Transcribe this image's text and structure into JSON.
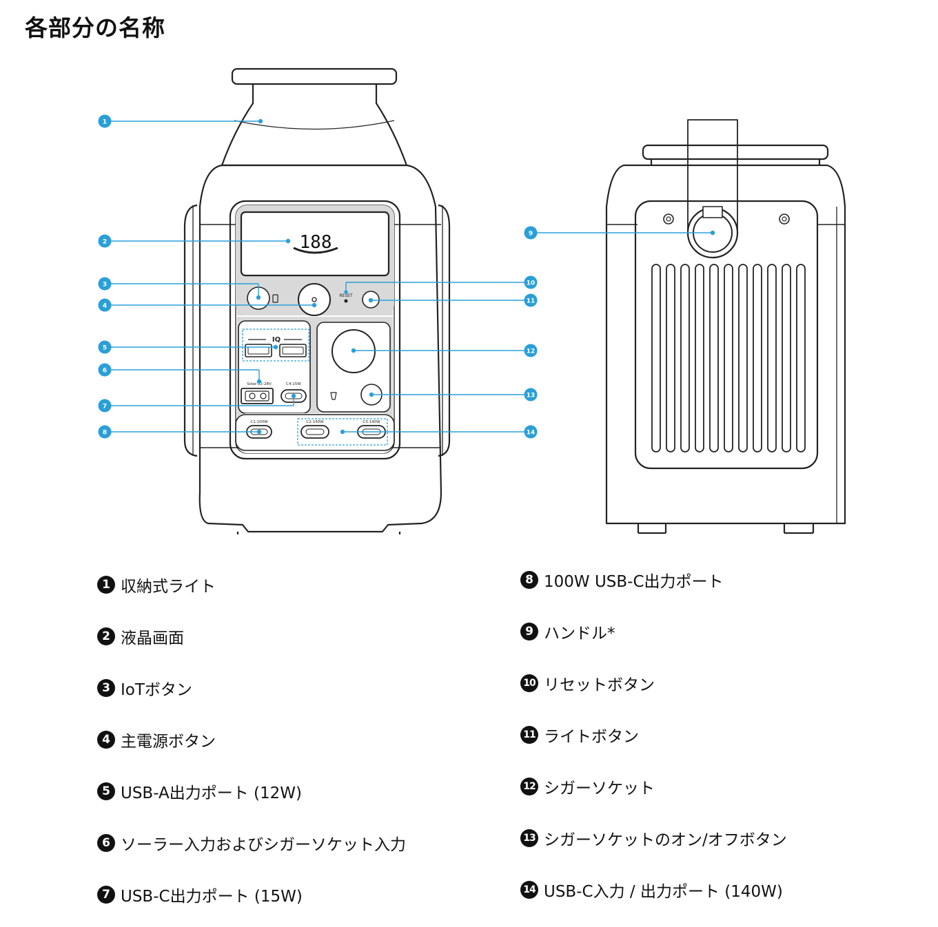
{
  "title": "各部分の名称",
  "colors": {
    "callout": "#2a9fd8",
    "outline": "#222222",
    "panel": "#d9d9d9",
    "badge": "#111111"
  },
  "device_labels": {
    "reset": "RESET",
    "solar": "Solar:12-28V",
    "c4": "C4:15W",
    "c1": "C1:100W",
    "c2": "C2:140W",
    "c3": "C3:140W",
    "iq": "IQ",
    "lcd_big": "188"
  },
  "callouts": [
    "1",
    "2",
    "3",
    "4",
    "5",
    "6",
    "7",
    "8",
    "9",
    "10",
    "11",
    "12",
    "13",
    "14"
  ],
  "legend": {
    "left": [
      {
        "num": "1",
        "text": "収納式ライト"
      },
      {
        "num": "2",
        "text": "液晶画面"
      },
      {
        "num": "3",
        "text": "IoTボタン"
      },
      {
        "num": "4",
        "text": "主電源ボタン"
      },
      {
        "num": "5",
        "text": "USB-A出力ポート (12W)"
      },
      {
        "num": "6",
        "text": "ソーラー入力およびシガーソケット入力"
      },
      {
        "num": "7",
        "text": "USB-C出力ポート (15W)"
      }
    ],
    "right": [
      {
        "num": "8",
        "text": "100W USB-C出力ポート"
      },
      {
        "num": "9",
        "text": "ハンドル*"
      },
      {
        "num": "10",
        "text": "リセットボタン"
      },
      {
        "num": "11",
        "text": "ライトボタン"
      },
      {
        "num": "12",
        "text": "シガーソケット"
      },
      {
        "num": "13",
        "text": "シガーソケットのオン/オフボタン"
      },
      {
        "num": "14",
        "text": "USB-C入力 / 出力ポート (140W)"
      }
    ]
  }
}
